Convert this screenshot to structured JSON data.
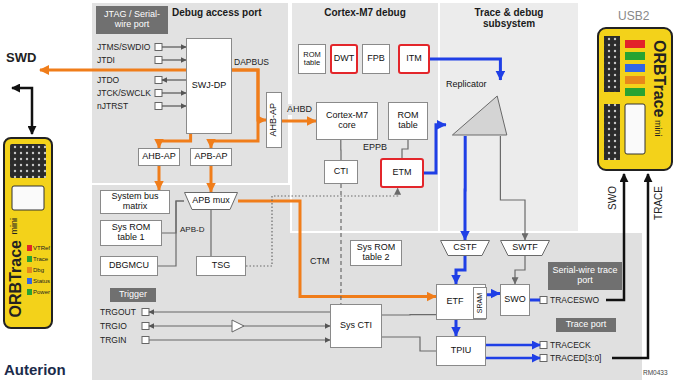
{
  "diagram": {
    "nodes": [
      {
        "text": [
          "Debug access port"
        ]
      },
      {
        "text": [
          "JTAG / Serial-wire port"
        ],
        "in": 0
      },
      {
        "text": [
          "SWJ-DP"
        ],
        "in": 0
      },
      {
        "text": [
          "AHB-AP"
        ],
        "in": 0
      },
      {
        "text": [
          "APB-AP"
        ],
        "in": 0
      },
      {
        "text": [
          "AHB-AP"
        ],
        "in": 0
      },
      {
        "text": [
          "Cortex-M7 debug"
        ]
      },
      {
        "text": [
          "ROM table"
        ],
        "in": 6
      },
      {
        "text": [
          "DWT"
        ],
        "in": 6
      },
      {
        "text": [
          "FPB"
        ],
        "in": 6
      },
      {
        "text": [
          "ITM"
        ],
        "in": 6
      },
      {
        "text": [
          "Cortex-M7 core"
        ],
        "in": 6
      },
      {
        "text": [
          "ROM table"
        ],
        "in": 6
      },
      {
        "text": [
          "CTI"
        ],
        "in": 6
      },
      {
        "text": [
          "ETM"
        ],
        "in": 6
      },
      {
        "text": [
          "Trace & debug subsystem"
        ]
      },
      {
        "text": [
          "Replicator"
        ],
        "in": 15
      },
      {
        "text": [
          "System bus matrix"
        ]
      },
      {
        "text": [
          "APB mux"
        ]
      },
      {
        "text": [
          "Sys ROM table 1"
        ]
      },
      {
        "text": [
          "DBGMCU"
        ]
      },
      {
        "text": [
          "TSG"
        ]
      },
      {
        "text": [
          "Sys ROM table 2"
        ]
      },
      {
        "text": [
          "Sys CTI"
        ]
      },
      {
        "text": [
          "CSTF"
        ]
      },
      {
        "text": [
          "SWTF"
        ]
      },
      {
        "text": [
          "ETF"
        ]
      },
      {
        "text": [
          "SRAM"
        ],
        "in": 26
      },
      {
        "text": [
          "SWO"
        ]
      },
      {
        "text": [
          "TPIU"
        ]
      },
      {
        "text": [
          "Serial-wire trace port"
        ]
      },
      {
        "text": [
          "Trace port"
        ]
      },
      {
        "text": [
          "Trigger"
        ]
      }
    ],
    "edges": [
      {
        "from": 2,
        "to": 5,
        "arrow": "to"
      },
      {
        "from": 2,
        "to": 3,
        "arrow": "to"
      },
      {
        "from": 2,
        "to": 4,
        "arrow": "to"
      },
      {
        "from": 5,
        "to": 11,
        "label": "AHBD",
        "arrow": "to"
      },
      {
        "from": 3,
        "to": 17,
        "arrow": "to"
      },
      {
        "from": 4,
        "to": 18,
        "arrow": "to"
      },
      {
        "from": 18,
        "to": 26,
        "arrow": "to"
      },
      {
        "from": 18,
        "to": 19,
        "label": "APB-D",
        "arrow": "none"
      },
      {
        "from": 18,
        "to": 20,
        "arrow": "none"
      },
      {
        "from": 18,
        "to": 21,
        "arrow": "none"
      },
      {
        "from": 11,
        "to": 13,
        "arrow": "none"
      },
      {
        "from": 12,
        "to": 14,
        "label": "EPPB",
        "arrow": "none"
      },
      {
        "from": 13,
        "to": 23,
        "label": "CTM",
        "arrow": "none"
      },
      {
        "from": 21,
        "to": 14,
        "arrow": "to"
      },
      {
        "from": 10,
        "to": 16,
        "arrow": "to"
      },
      {
        "from": 14,
        "to": 16,
        "arrow": "to"
      },
      {
        "from": 16,
        "to": 24,
        "arrow": "to"
      },
      {
        "from": 16,
        "to": 25,
        "arrow": "to"
      },
      {
        "from": 24,
        "to": 26,
        "arrow": "to"
      },
      {
        "from": 26,
        "to": 28,
        "arrow": "to"
      },
      {
        "from": 26,
        "to": 29,
        "arrow": "to"
      },
      {
        "from": 25,
        "to": 28,
        "arrow": "to"
      },
      {
        "from": 23,
        "to": 26,
        "arrow": "none"
      },
      {
        "from": 23,
        "to": 29,
        "arrow": "none"
      }
    ],
    "labels": [
      "SWD",
      "JTMS/SWDIO",
      "JTDI",
      "JTDO",
      "JTCK/SWCLK",
      "nJTRST",
      "DAPBUS",
      "USB2",
      "SWO",
      "TRACE",
      "TRACESWO",
      "TRACECK",
      "TRACED[3:0]",
      "TRGOUT",
      "TRGIO",
      "TRGIN",
      "Auterion",
      "RM0433",
      "ORBTrace",
      "mini",
      "VTRef",
      "Trace",
      "Dbg",
      "Status",
      "Power",
      "ORBTrace",
      "mini"
    ]
  }
}
